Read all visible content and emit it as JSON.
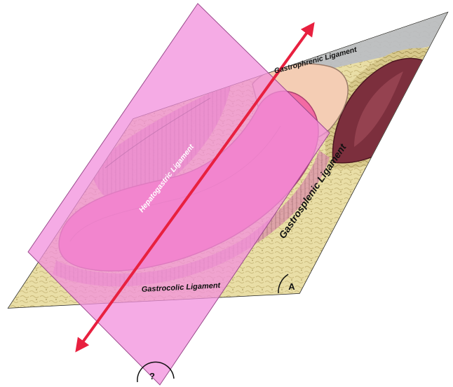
{
  "labels": {
    "gastrophrenic": "Gastrophrenic Ligament",
    "hepatogastric": "Hepatogastric Ligament",
    "gastrosplenic": "Gastrosplenic Ligament",
    "gastrocolic": "Gastrocolic Ligament"
  },
  "angles": {
    "known": "A",
    "unknown": "?"
  },
  "colors": {
    "pink_plane": "#f18fdc",
    "arrow": "#e8203f",
    "stomach": "#f36aa3",
    "omentum": "#e6dba0",
    "spleen": "#7c2f3d",
    "fundus": "#f4cdb4"
  }
}
